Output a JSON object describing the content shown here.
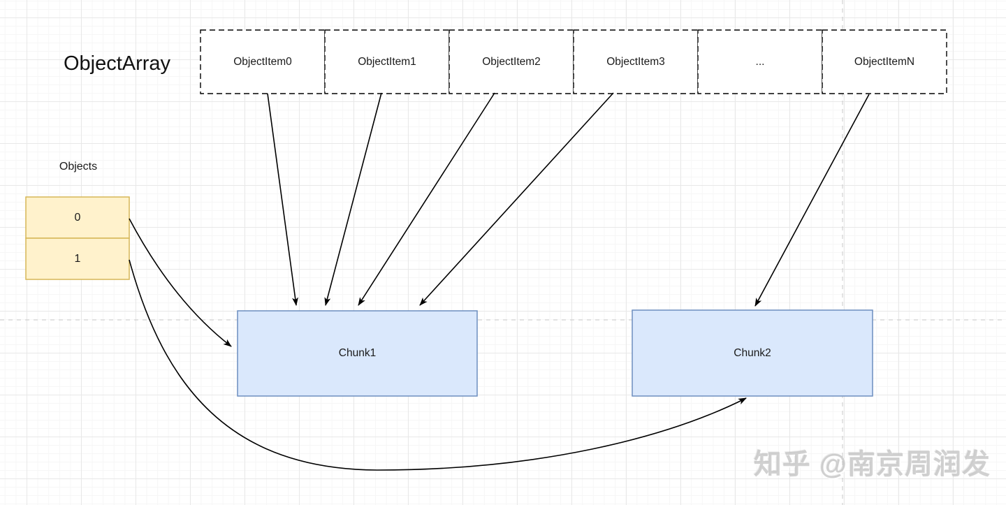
{
  "diagram": {
    "title": "ObjectArray",
    "object_items": {
      "items": [
        {
          "label": "ObjectItem0"
        },
        {
          "label": "ObjectItem1"
        },
        {
          "label": "ObjectItem2"
        },
        {
          "label": "ObjectItem3"
        },
        {
          "label": "..."
        },
        {
          "label": "ObjectItemN"
        }
      ]
    },
    "objects_table": {
      "title": "Objects",
      "cells": [
        {
          "label": "0"
        },
        {
          "label": "1"
        }
      ]
    },
    "chunks": [
      {
        "label": "Chunk1"
      },
      {
        "label": "Chunk2"
      }
    ],
    "colors": {
      "item_box_fill": "#ffffff",
      "item_box_border": "#000000",
      "objects_fill": "#fff2cc",
      "objects_border": "#d6b656",
      "chunk_fill": "#dae8fc",
      "chunk_border": "#6c8ebf",
      "arrow": "#000000",
      "guide_line": "#c9c9c9"
    },
    "watermark": "知乎 @南京周润发"
  }
}
